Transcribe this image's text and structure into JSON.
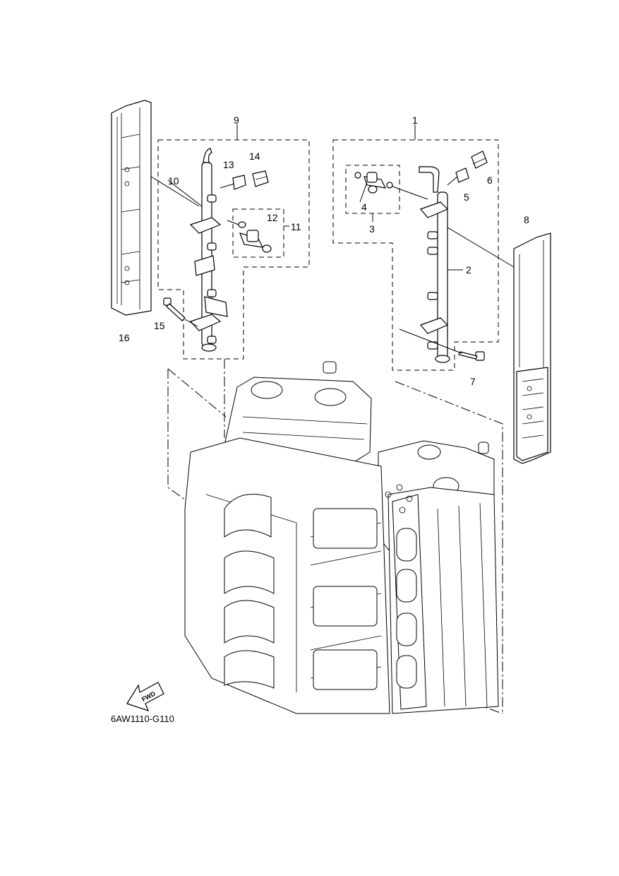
{
  "diagram_code": "6AW1110-G110",
  "direction_arrow": {
    "label": "FWD",
    "icon": "fwd-arrow-icon"
  },
  "callouts": {
    "c1": "1",
    "c2": "2",
    "c3": "3",
    "c4": "4",
    "c5": "5",
    "c6": "6",
    "c7": "7",
    "c8": "8",
    "c9": "9",
    "c10": "10",
    "c11": "11",
    "c12": "12",
    "c13": "13",
    "c14": "14",
    "c15": "15",
    "c16": "16"
  }
}
